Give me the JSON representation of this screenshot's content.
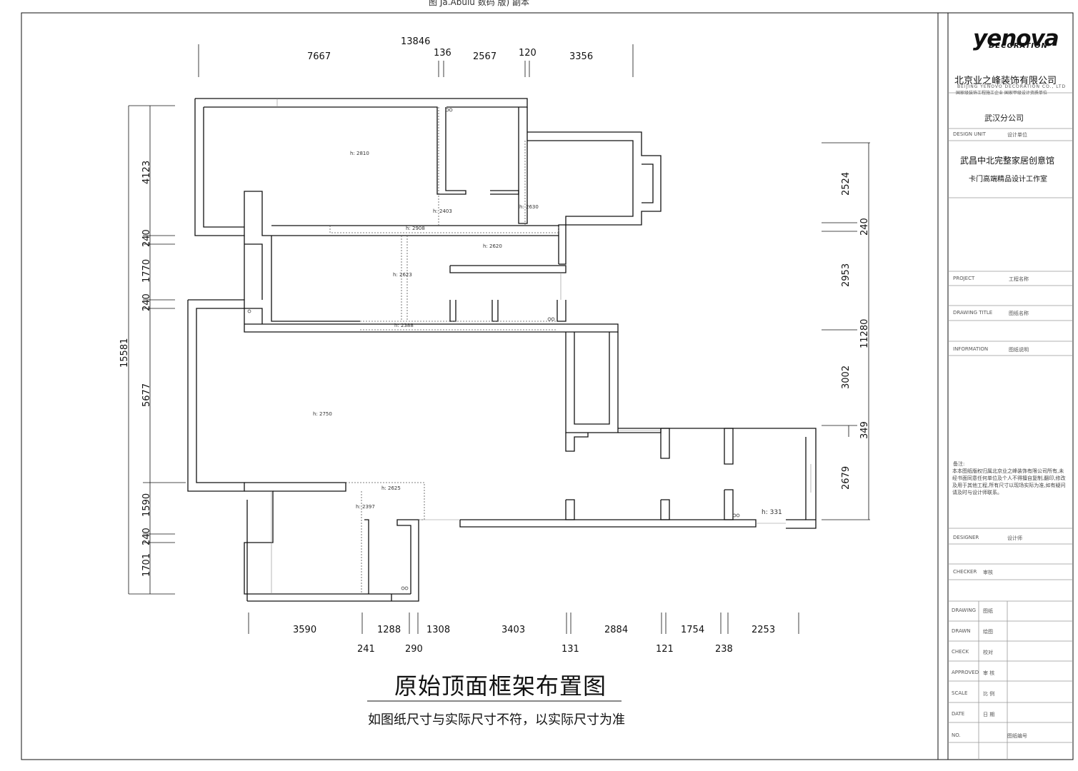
{
  "top_caption": "图 Ja.Abuiu 数码 版) 副本",
  "title_block": {
    "logo_main": "yenova",
    "logo_sub": "DECORATION",
    "company_cn": "北京业之峰装饰有限公司",
    "company_en": "BEIJING YENOVO DECORATION CO., LTD",
    "company_tagline": "国家级装饰工程施工企业 国家甲级设计资质单位",
    "branch": "武汉分公司",
    "design_label": "DESIGN UNIT",
    "design_value": "设计单位",
    "client_line1": "武昌中北完整家居创意馆",
    "client_line2": "卡门高端精品设计工作室",
    "project_label": "PROJECT",
    "project_value": "工程名称",
    "drawing_label": "DRAWING TITLE",
    "drawing_value": "图纸名称",
    "info_label": "INFORMATION",
    "info_value": "图纸说明",
    "note_title": "备注:",
    "note_body": "本本图纸版权归属北京业之峰装饰有限公司所有,未经书面同意任何单位及个人不得擅自复制,翻印,修改及用于其他工程,所有尺寸以现场实际为准,如有疑问请及时与设计师联系。",
    "designer_label": "DESIGNER",
    "designer_value": "设计师",
    "checker_label": "CHECKER",
    "checker_value": "审核",
    "rows": [
      {
        "label": "DRAWING",
        "value": "图纸"
      },
      {
        "label": "DRAWN",
        "value": "绘图"
      },
      {
        "label": "CHECK",
        "value": "校对"
      },
      {
        "label": "APPROVED",
        "value": "审 核"
      },
      {
        "label": "SCALE",
        "value": "比 例"
      },
      {
        "label": "DATE",
        "value": "日 期"
      },
      {
        "label": "NO.",
        "value": "图纸编号"
      }
    ]
  },
  "plan": {
    "title": "原始顶面框架布置图",
    "subtitle": "如图纸尺寸与实际尺寸不符，以实际尺寸为准",
    "dims_top_total": "13846",
    "dims_top": [
      "7667",
      "136",
      "2567",
      "120",
      "3356"
    ],
    "dims_left_total": "15581",
    "dims_left": [
      "4123",
      "240",
      "1770",
      "240",
      "5677",
      "1590",
      "240",
      "1701"
    ],
    "dims_right": [
      "2524",
      "240",
      "2953",
      "11280",
      "3002",
      "349",
      "2679"
    ],
    "dims_bottom_row1": [
      "3590",
      "1288",
      "1308",
      "3403",
      "2884",
      "1754",
      "2253"
    ],
    "dims_bottom_row2": [
      "241",
      "290",
      "131",
      "121",
      "238"
    ],
    "room_heights": [
      "h: 2810",
      "h: 2403",
      "h: 2630",
      "h: 2908",
      "h: 2620",
      "h: 2623",
      "h: 2388",
      "h: 2750",
      "h: 2625",
      "h: 2397",
      "h: 331"
    ]
  }
}
